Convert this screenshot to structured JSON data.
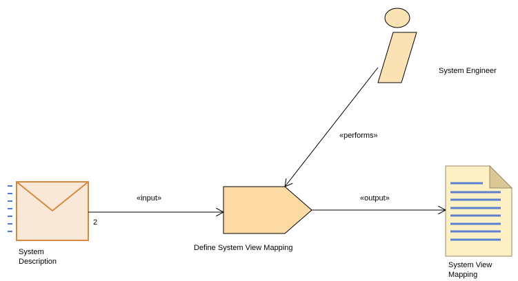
{
  "diagram": {
    "roles": [
      {
        "name": "System Engineer"
      }
    ],
    "tasks": [
      {
        "name": "Define System View Mapping"
      }
    ],
    "work_products": [
      {
        "name": "System Description",
        "kind": "message",
        "multiplicity": "2"
      },
      {
        "name": "System View Mapping",
        "kind": "document"
      }
    ],
    "relations": [
      {
        "stereotype": "«performs»",
        "from": "System Engineer",
        "to": "Define System View Mapping"
      },
      {
        "stereotype": "«input»",
        "from": "System Description",
        "to": "Define System View Mapping"
      },
      {
        "stereotype": "«output»",
        "from": "Define System View Mapping",
        "to": "System View Mapping"
      }
    ]
  },
  "colors": {
    "role_fill": "#fbe2b4",
    "task_fill": "#fbdba3",
    "envelope_fill": "#f9e8d8",
    "envelope_stroke": "#d4893c",
    "document_fill": "#fcf0c4",
    "document_lines": "#5b7fd1",
    "ports": "#4a7ad4"
  }
}
